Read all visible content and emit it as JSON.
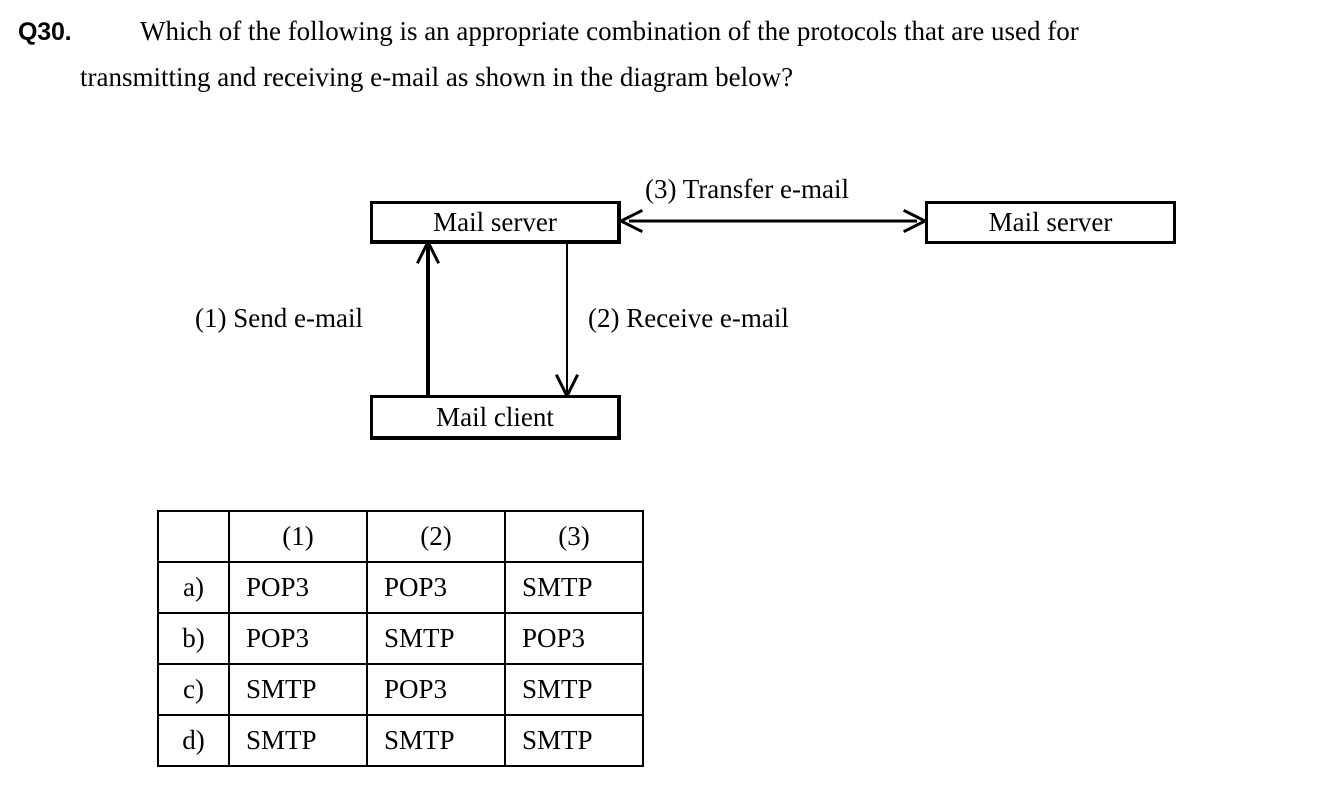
{
  "question": {
    "number": "Q30.",
    "line1": "Which of the following is an appropriate combination of the protocols that are used for",
    "line2": "transmitting and receiving e-mail as shown in the diagram below?"
  },
  "diagram": {
    "nodes": {
      "mail_server_left": "Mail server",
      "mail_server_right": "Mail server",
      "mail_client": "Mail client"
    },
    "arrows": {
      "send": "(1) Send e-mail",
      "receive": "(2) Receive e-mail",
      "transfer": "(3) Transfer e-mail"
    }
  },
  "answer_table": {
    "headers": [
      "",
      "(1)",
      "(2)",
      "(3)"
    ],
    "rows": [
      {
        "label": "a)",
        "values": [
          "POP3",
          "POP3",
          "SMTP"
        ]
      },
      {
        "label": "b)",
        "values": [
          "POP3",
          "SMTP",
          "POP3"
        ]
      },
      {
        "label": "c)",
        "values": [
          "SMTP",
          "POP3",
          "SMTP"
        ]
      },
      {
        "label": "d)",
        "values": [
          "SMTP",
          "SMTP",
          "SMTP"
        ]
      }
    ]
  }
}
